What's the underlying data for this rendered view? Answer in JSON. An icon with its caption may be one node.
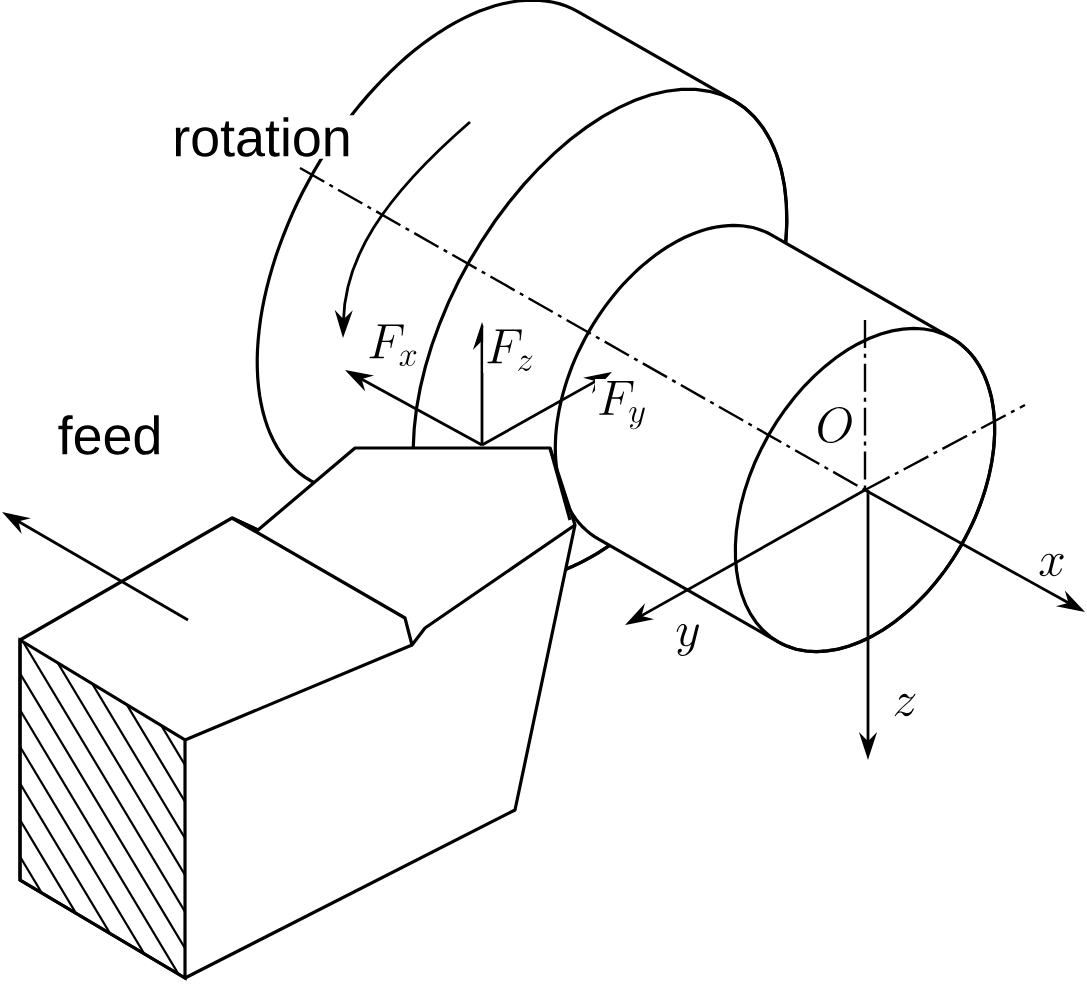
{
  "diagram": {
    "labels": [
      "rotation",
      "F_x",
      "F_z",
      "feed",
      "F_y",
      "O",
      "x",
      "y",
      "z"
    ]
  }
}
